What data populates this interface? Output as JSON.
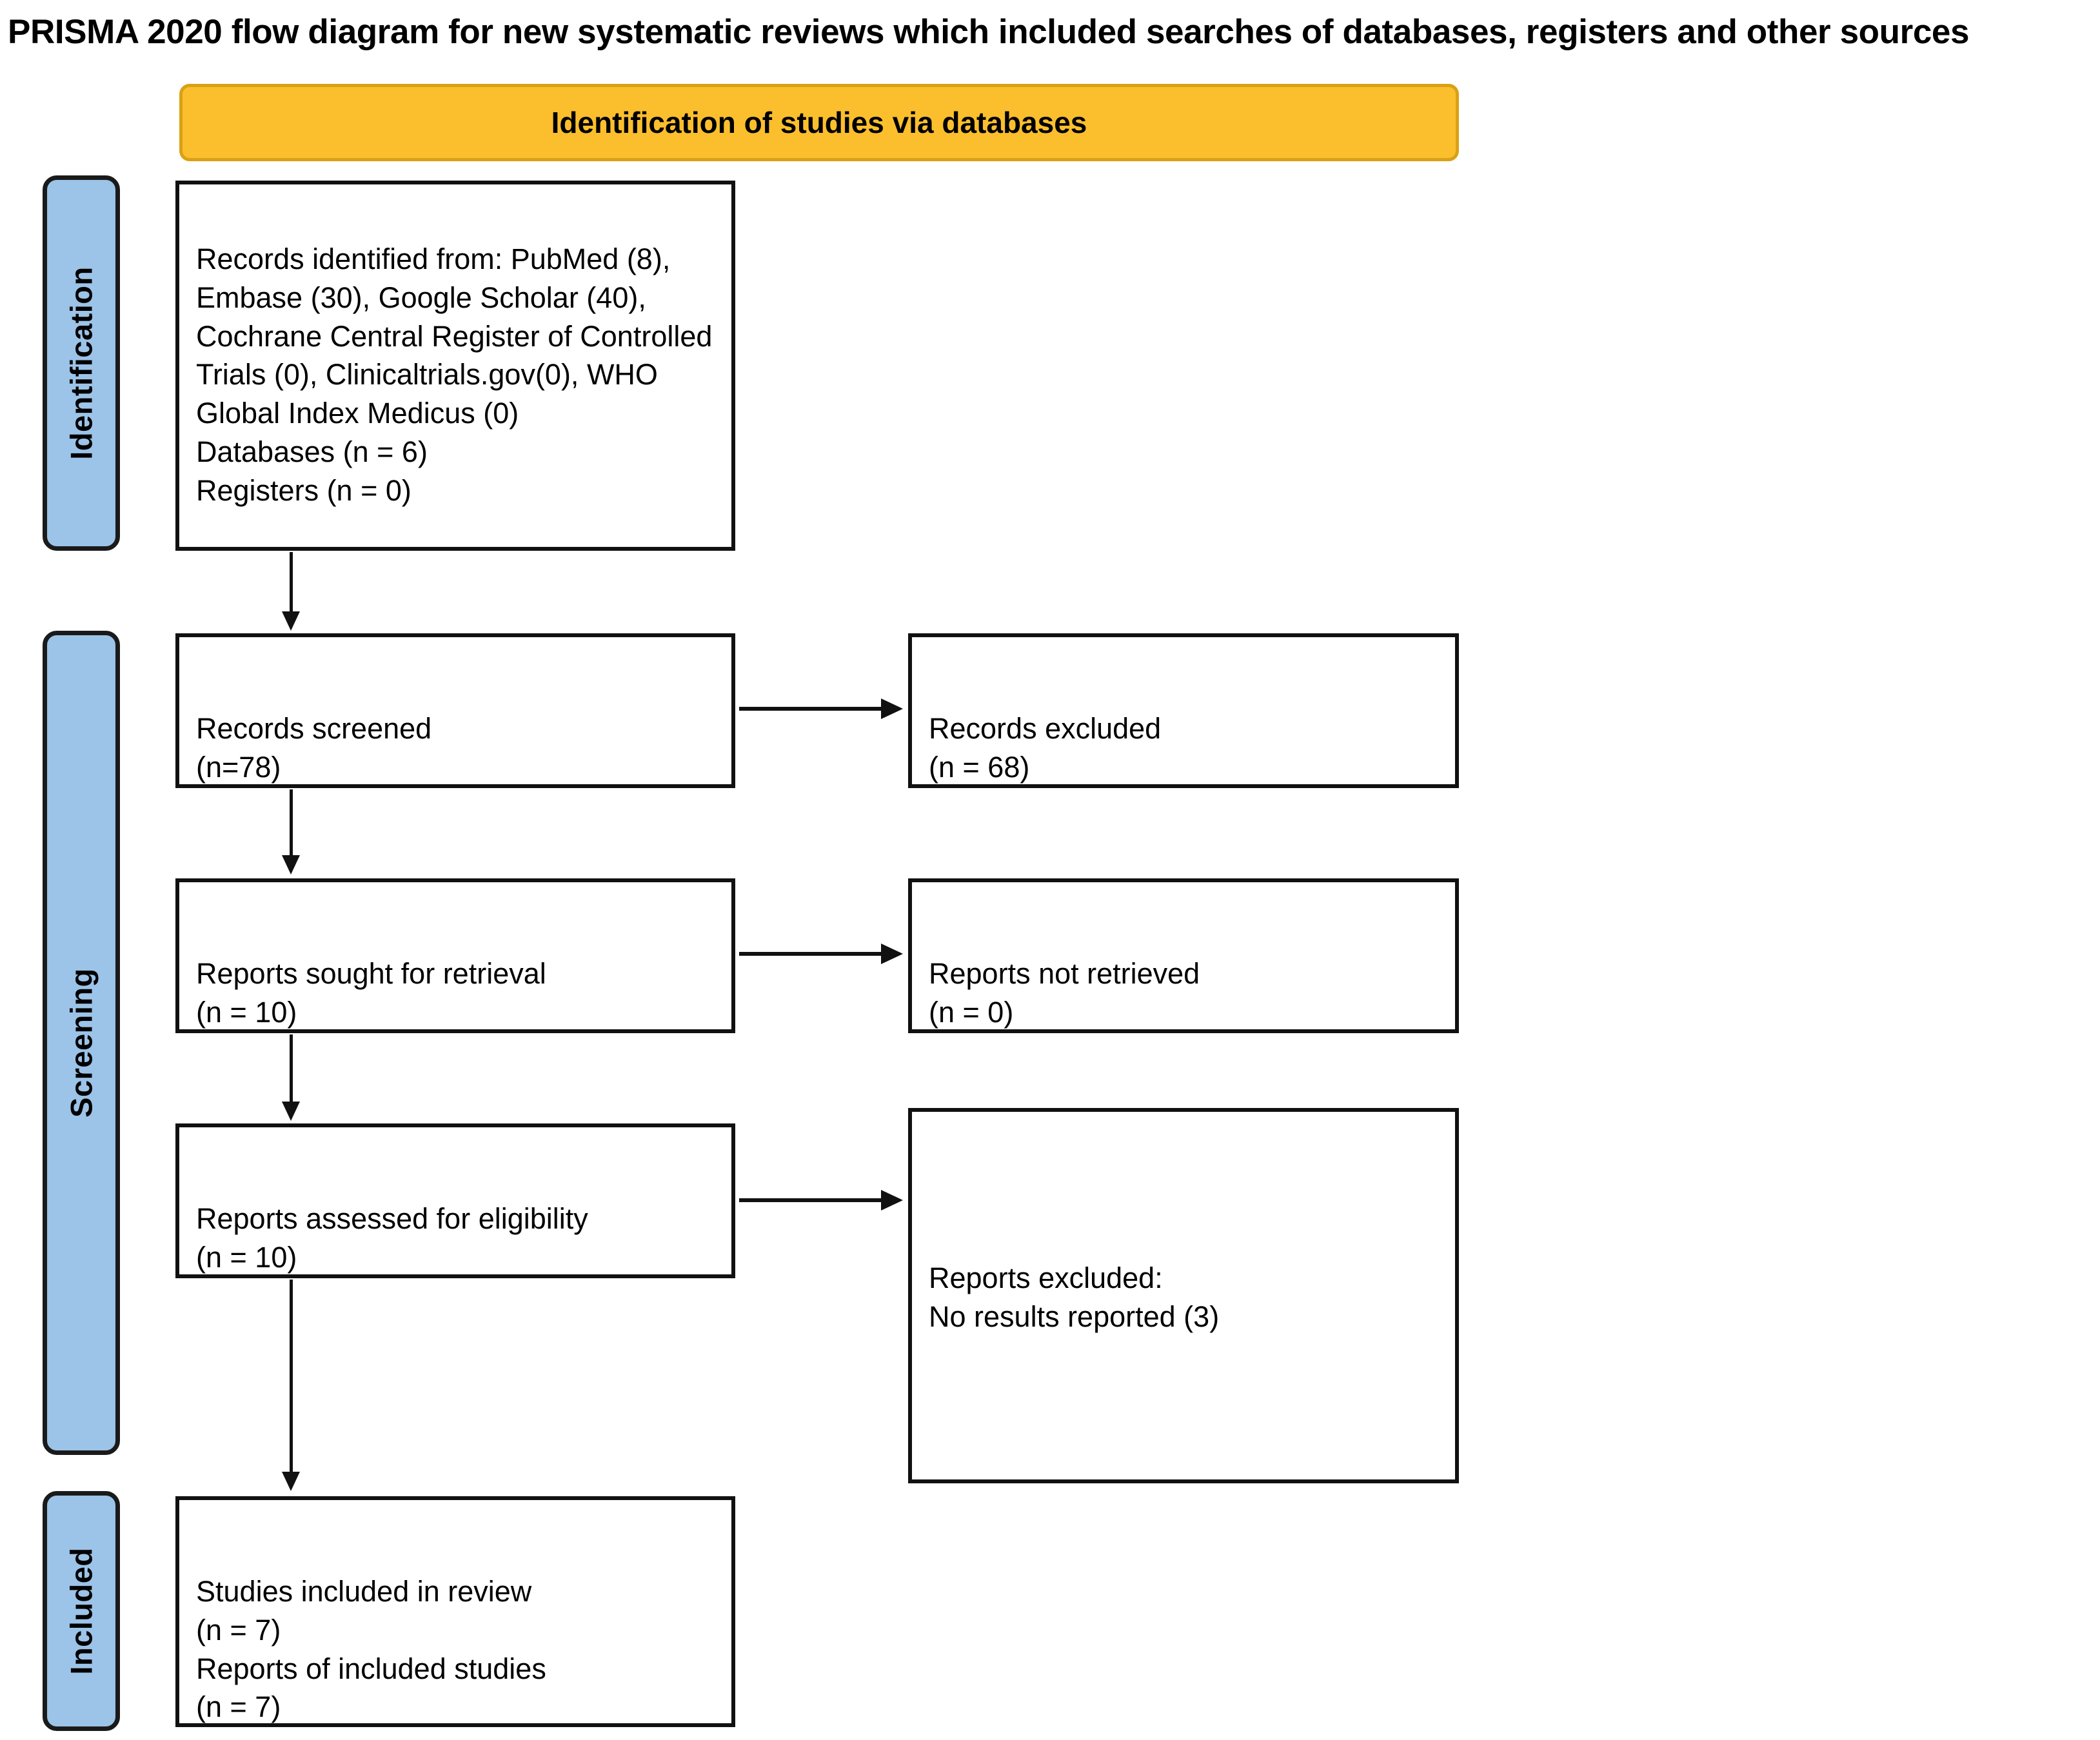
{
  "title": "PRISMA 2020 flow diagram for new systematic reviews which included searches of databases, registers and other sources",
  "colors": {
    "phase_header_fill": "#FBBF2D",
    "phase_header_border": "#D9A116",
    "stage_bar_fill": "#9CC3E8",
    "box_border": "#111111",
    "text": "#000000",
    "page_background": "#FFFFFF"
  },
  "phase_headers": {
    "databases": "Identification of studies via databases"
  },
  "stages": [
    {
      "id": "identification",
      "label": "Identification"
    },
    {
      "id": "screening",
      "label": "Screening"
    },
    {
      "id": "included",
      "label": "Included"
    }
  ],
  "boxes": {
    "records_identified": {
      "text": "Records identified from:   PubMed (8), Embase (30), Google Scholar (40), Cochrane Central Register of Controlled Trials (0), Clinicaltrials.gov(0), WHO Global Index Medicus (0)\nDatabases (n = 6)\nRegisters (n = 0)"
    },
    "records_screened": {
      "text": "Records screened\n(n=78)"
    },
    "records_excluded": {
      "text": "Records excluded\n(n = 68)"
    },
    "reports_sought": {
      "text": "Reports sought for retrieval\n(n = 10)"
    },
    "reports_not_retrieved": {
      "text": "Reports not retrieved\n(n = 0)"
    },
    "reports_assessed": {
      "text": "Reports assessed for eligibility\n(n = 10)"
    },
    "reports_excluded": {
      "text": "Reports excluded:\n     No results reported (3)"
    },
    "studies_included": {
      "text": "Studies included in review\n(n = 7)\nReports of included studies\n(n = 7)"
    }
  },
  "chart_data": {
    "type": "diagram",
    "diagram_kind": "PRISMA 2020 flow diagram",
    "title": "PRISMA 2020 flow diagram for new systematic reviews which included searches of databases, registers and other sources",
    "nodes": [
      {
        "id": "records_identified",
        "stage": "Identification",
        "column": "left",
        "label": "Records identified from",
        "counts": {
          "PubMed": 8,
          "Embase": 30,
          "Google Scholar": 40,
          "Cochrane Central Register of Controlled Trials": 0,
          "Clinicaltrials.gov": 0,
          "WHO Global Index Medicus": 0,
          "Databases (n)": 6,
          "Registers (n)": 0
        }
      },
      {
        "id": "records_screened",
        "stage": "Screening",
        "column": "left",
        "label": "Records screened",
        "n": 78
      },
      {
        "id": "records_excluded",
        "stage": "Screening",
        "column": "right",
        "label": "Records excluded",
        "n": 68
      },
      {
        "id": "reports_sought",
        "stage": "Screening",
        "column": "left",
        "label": "Reports sought for retrieval",
        "n": 10
      },
      {
        "id": "reports_not_retrieved",
        "stage": "Screening",
        "column": "right",
        "label": "Reports not retrieved",
        "n": 0
      },
      {
        "id": "reports_assessed",
        "stage": "Screening",
        "column": "left",
        "label": "Reports assessed for eligibility",
        "n": 10
      },
      {
        "id": "reports_excluded",
        "stage": "Screening",
        "column": "right",
        "label": "Reports excluded",
        "reasons": [
          {
            "reason": "No results reported",
            "n": 3
          }
        ]
      },
      {
        "id": "studies_included",
        "stage": "Included",
        "column": "left",
        "label": "Studies included in review",
        "n": 7,
        "reports_of_included_studies": 7
      }
    ],
    "edges": [
      {
        "from": "records_identified",
        "to": "records_screened",
        "direction": "down"
      },
      {
        "from": "records_screened",
        "to": "records_excluded",
        "direction": "right"
      },
      {
        "from": "records_screened",
        "to": "reports_sought",
        "direction": "down"
      },
      {
        "from": "reports_sought",
        "to": "reports_not_retrieved",
        "direction": "right"
      },
      {
        "from": "reports_sought",
        "to": "reports_assessed",
        "direction": "down"
      },
      {
        "from": "reports_assessed",
        "to": "reports_excluded",
        "direction": "right"
      },
      {
        "from": "reports_assessed",
        "to": "studies_included",
        "direction": "down"
      }
    ]
  }
}
